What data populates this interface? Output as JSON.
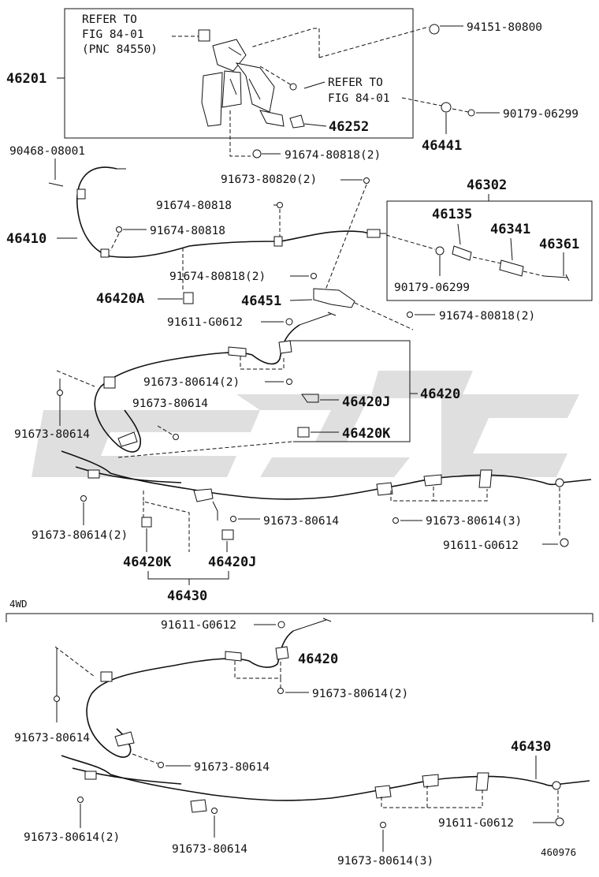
{
  "diagram": {
    "refer_1_line1": "REFER TO",
    "refer_1_line2": "FIG 84-01",
    "refer_1_line3": "(PNC 84550)",
    "refer_2_line1": "REFER TO",
    "refer_2_line2": "FIG 84-01",
    "labels": {
      "p46201": "46201",
      "p94151": "94151-80800",
      "p90179a": "90179-06299",
      "p46441": "46441",
      "p46252": "46252",
      "p91674_2a": "91674-80818(2)",
      "p90468": "90468-08001",
      "p91673_80820": "91673-80820(2)",
      "p46302": "46302",
      "p91674_a": "91674-80818",
      "p91674_b": "91674-80818",
      "p46410": "46410",
      "p46135": "46135",
      "p46341": "46341",
      "p46361": "46361",
      "p91674_2b": "91674-80818(2)",
      "p90179b": "90179-06299",
      "p46420A": "46420A",
      "p46451": "46451",
      "p91611a": "91611-G0612",
      "p91674_2c": "91674-80818(2)",
      "p91673_2a": "91673-80614(2)",
      "p46420": "46420",
      "p91673_a": "91673-80614",
      "p46420J": "46420J",
      "p91673_b": "91673-80614",
      "p46420K": "46420K",
      "p91673_c": "91673-80614",
      "p91673_2b": "91673-80614(2)",
      "p91673_3a": "91673-80614(3)",
      "p91611b": "91611-G0612",
      "p46420K_b": "46420K",
      "p46420J_b": "46420J",
      "p46430": "46430",
      "section_4wd": "4WD",
      "q91611a": "91611-G0612",
      "q46420": "46420",
      "q91673_2a": "91673-80614(2)",
      "q91673_a": "91673-80614",
      "q91673_b": "91673-80614",
      "q46430": "46430",
      "q91611b": "91611-G0612",
      "q91673_2b": "91673-80614(2)",
      "q91673_c": "91673-80614",
      "q91673_3": "91673-80614(3)",
      "figure_id": "460976"
    }
  }
}
